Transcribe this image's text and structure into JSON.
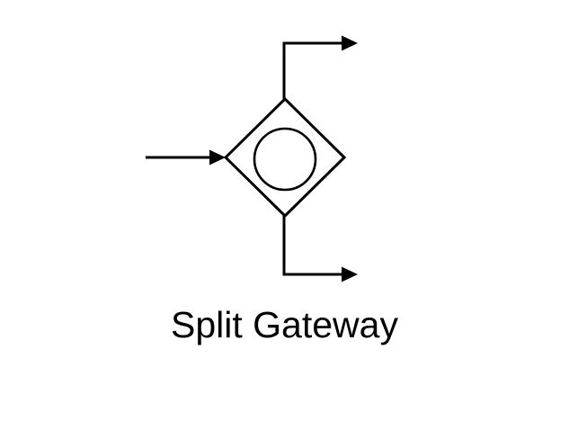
{
  "background_color": "#ffffff",
  "line_color": "#000000",
  "diagram": {
    "type": "flow-node",
    "label": "Split Gateway",
    "node_shape": "diamond-with-inner-circle",
    "incoming_arrow_count": 1,
    "outgoing_arrow_count": 2
  }
}
